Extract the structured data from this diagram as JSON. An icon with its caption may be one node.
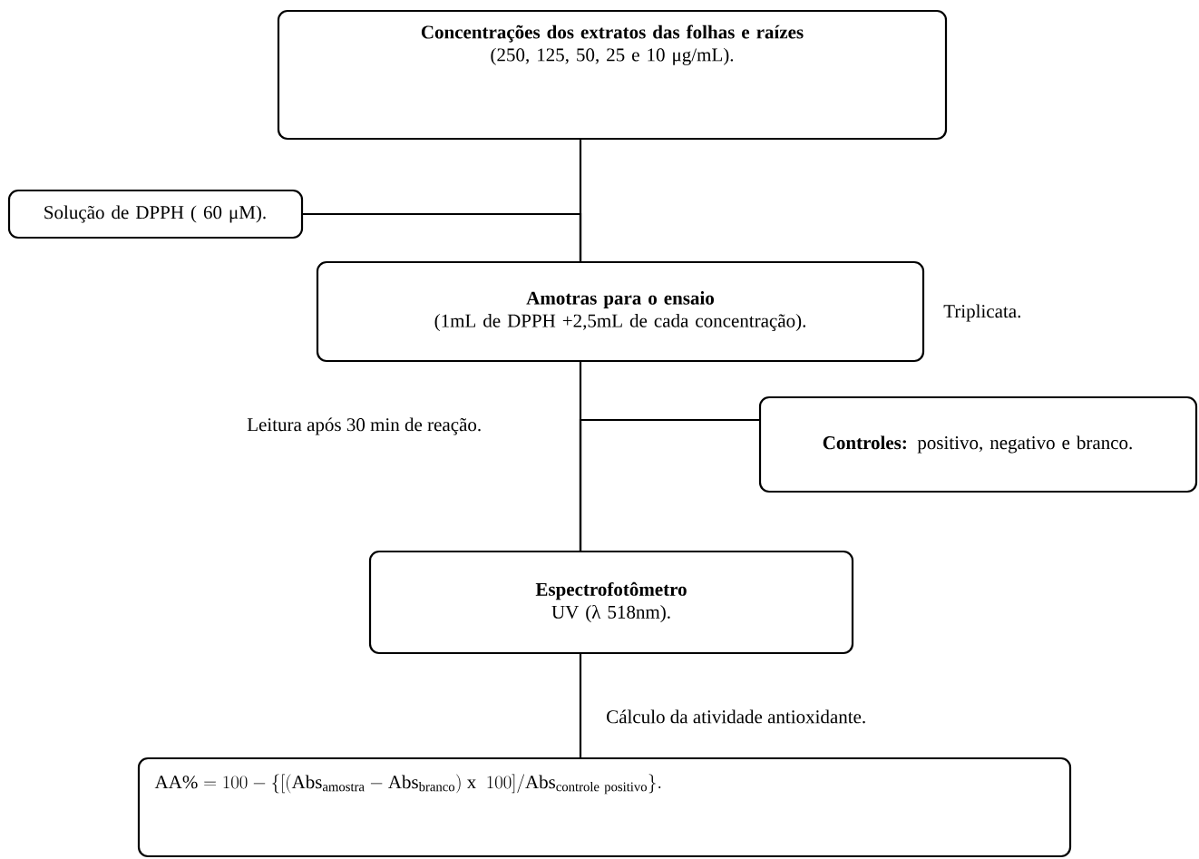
{
  "diagram": {
    "nodes": [
      {
        "text": [
          "Concentrações dos extratos das folhas e raízes",
          "(250, 125, 50, 25 e 10 μg/mL)."
        ]
      },
      {
        "text": [
          "Solução de DPPH ( 60 μM)."
        ]
      },
      {
        "text": [
          "Amotras para o ensaio",
          "(1mL de DPPH +2,5mL de cada concentração)."
        ]
      },
      {
        "text": [
          "**Controles:** positivo, negativo e branco."
        ]
      },
      {
        "text": [
          "Espectrofotômetro",
          "UV (λ 518nm)."
        ]
      },
      {
        "text": [
          "\\mathrm{AA\\%} = 100 - \\{[(\\mathrm{Abs}_{\\mathrm{amostra}} - \\mathrm{Abs}_{\\mathrm{branco}})\\ \\mathrm{x}\\ \\ 100]/\\mathrm{Abs}_{\\mathrm{controle\\ positivo}}\\}."
        ]
      }
    ],
    "edges": [
      {
        "from": 0,
        "to": 2,
        "arrow": "none"
      },
      {
        "from": 1,
        "to": 2,
        "arrow": "none"
      },
      {
        "from": 2,
        "to": 4,
        "arrow": "none"
      },
      {
        "from": 3,
        "to": 4,
        "arrow": "none"
      },
      {
        "from": 4,
        "to": 5,
        "arrow": "none"
      }
    ],
    "labels": [
      "Triplicata.",
      "Leitura após 30 min de reação.",
      "Cálculo da atividade antioxidante."
    ]
  }
}
